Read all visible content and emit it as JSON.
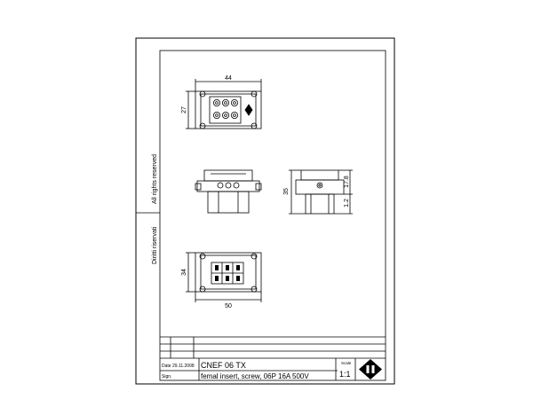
{
  "side_text": {
    "all_rights": "All rights reserved",
    "diritti": "Diritti riservati"
  },
  "dimensions": {
    "top_width": "44",
    "top_height": "27",
    "front_height": "35",
    "side_upper": "17.8",
    "side_lower": "1.2",
    "bottom_height": "34",
    "bottom_width": "50"
  },
  "title_block": {
    "date_label": "Date",
    "date_value": "29.11.2008",
    "sign_label": "Sign.",
    "code": "CNEF 06 TX",
    "description": "femal insert, screw, 06P 16A 500V",
    "scale_label": "Scale",
    "scale_value": "1:1"
  }
}
